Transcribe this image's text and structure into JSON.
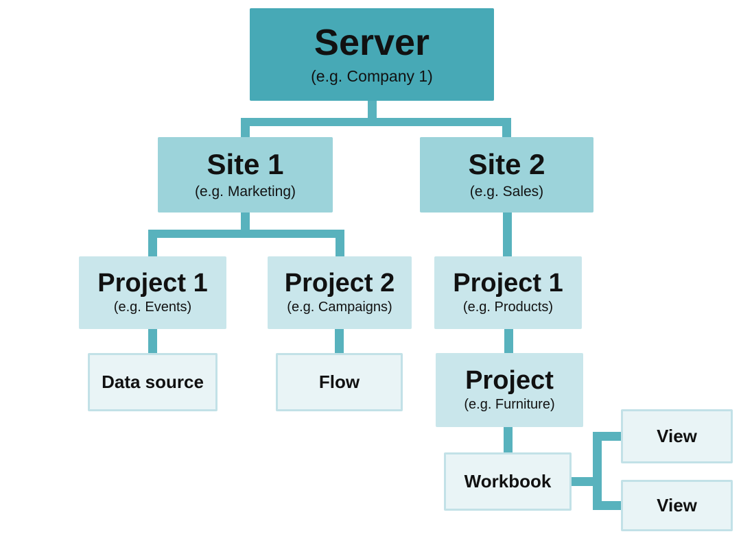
{
  "diagram": {
    "type": "tree-hierarchy",
    "colors": {
      "server_fill": "#47A9B6",
      "site_fill": "#9CD3DA",
      "project_fill": "#C9E6EB",
      "leaf_fill": "#E9F4F6",
      "leaf_border": "#C2E1E7",
      "connector": "#58B2BD",
      "text": "#111111",
      "background": "#FFFFFF"
    },
    "nodes": {
      "server": {
        "title": "Server",
        "subtitle": "(e.g. Company 1)"
      },
      "site1": {
        "title": "Site 1",
        "subtitle": "(e.g. Marketing)"
      },
      "site2": {
        "title": "Site 2",
        "subtitle": "(e.g. Sales)"
      },
      "site1_project1": {
        "title": "Project 1",
        "subtitle": "(e.g. Events)"
      },
      "site1_project2": {
        "title": "Project 2",
        "subtitle": "(e.g. Campaigns)"
      },
      "site2_project1": {
        "title": "Project 1",
        "subtitle": "(e.g. Products)"
      },
      "site2_project_child": {
        "title": "Project",
        "subtitle": "(e.g. Furniture)"
      },
      "data_source": {
        "label": "Data source"
      },
      "flow": {
        "label": "Flow"
      },
      "workbook": {
        "label": "Workbook"
      },
      "view_top": {
        "label": "View"
      },
      "view_bottom": {
        "label": "View"
      }
    },
    "edges": [
      [
        "server",
        "site1"
      ],
      [
        "server",
        "site2"
      ],
      [
        "site1",
        "site1_project1"
      ],
      [
        "site1",
        "site1_project2"
      ],
      [
        "site2",
        "site2_project1"
      ],
      [
        "site1_project1",
        "data_source"
      ],
      [
        "site1_project2",
        "flow"
      ],
      [
        "site2_project1",
        "site2_project_child"
      ],
      [
        "site2_project_child",
        "workbook"
      ],
      [
        "workbook",
        "view_top"
      ],
      [
        "workbook",
        "view_bottom"
      ]
    ]
  }
}
